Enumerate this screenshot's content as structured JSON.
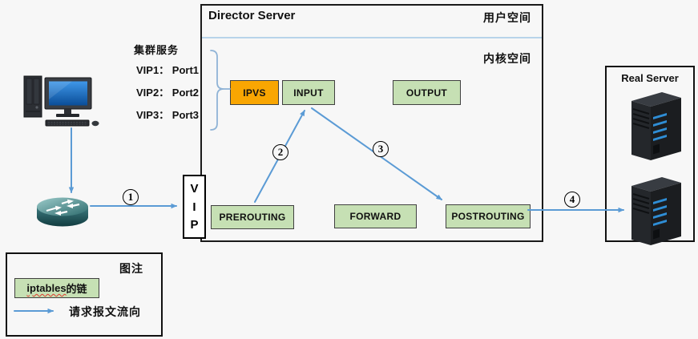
{
  "colors": {
    "green": "#c6e0b4",
    "orange": "#f9a602",
    "arrow": "#5b9bd5",
    "divider": "#b8d4ea",
    "border": "#404040",
    "brace": "#8fb3d6",
    "squiggle": "#e0392f"
  },
  "director": {
    "title": "Director Server",
    "user_space_label": "用户空间",
    "kernel_space_label": "内核空间",
    "chains": {
      "ipvs": "IPVS",
      "input": "INPUT",
      "output": "OUTPUT",
      "prerouting": "PREROUTING",
      "forward": "FORWARD",
      "postrouting": "POSTROUTING"
    }
  },
  "vip": {
    "letters": [
      "V",
      "I",
      "P"
    ]
  },
  "cluster": {
    "title": "集群服务",
    "services": [
      "VIP1： Port1",
      "VIP2： Port2",
      "VIP3： Port3"
    ]
  },
  "flow_steps": [
    "1",
    "2",
    "3",
    "4"
  ],
  "real_server": {
    "title": "Real Server"
  },
  "legend": {
    "title": "图注",
    "chain_label": {
      "en": "iptables",
      "zh": "的链"
    },
    "flow_label": "请求报文流向"
  }
}
